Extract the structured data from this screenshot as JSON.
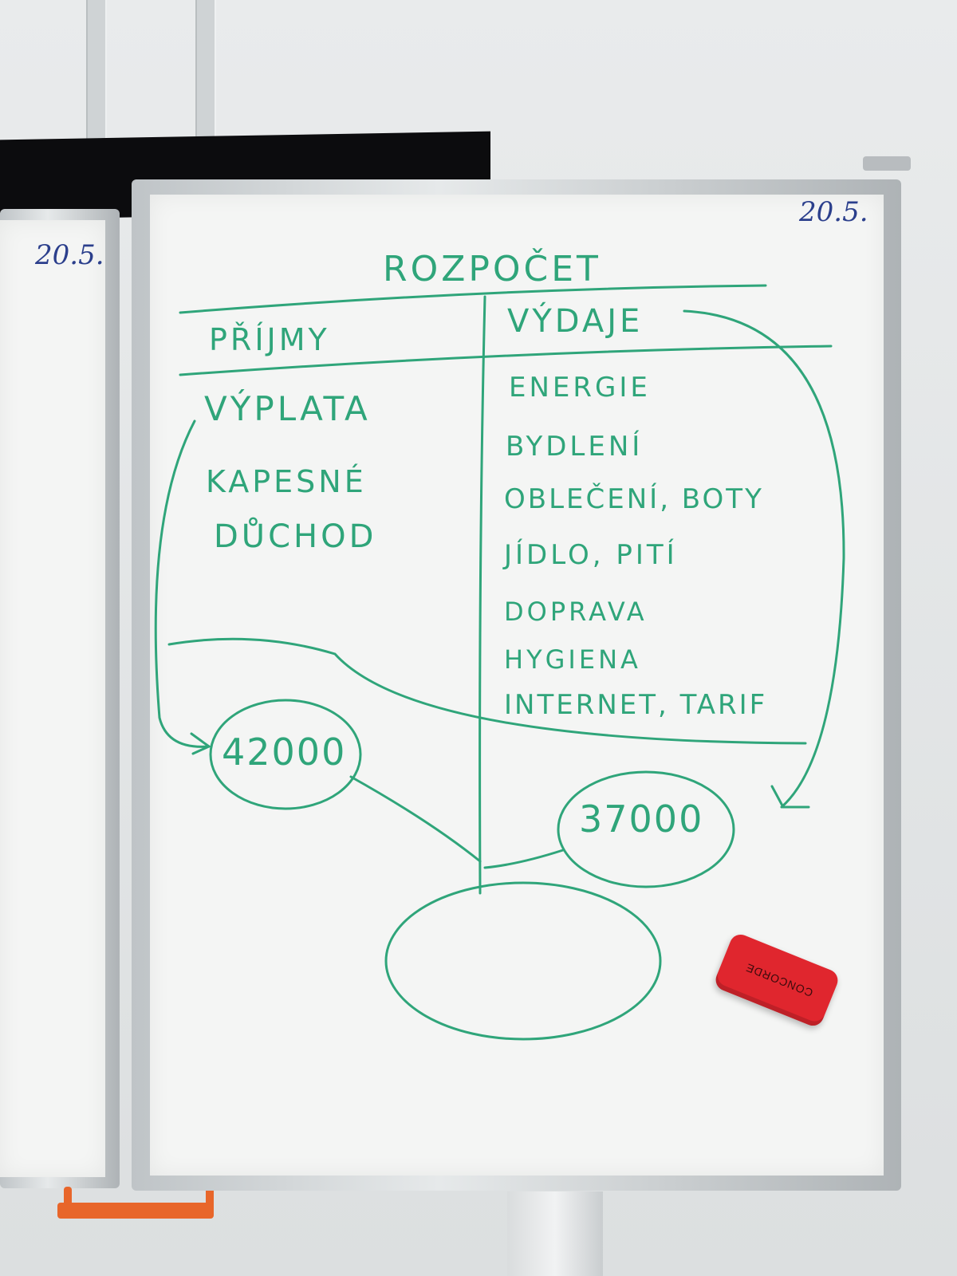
{
  "board": {
    "left_date": "20.5.",
    "right_date": "20.5.",
    "title": "ROZPOČET",
    "income_header": "PŘÍJMY",
    "expense_header": "VÝDAJE",
    "income_items": [
      "VÝPLATA",
      "KAPESNÉ",
      "DŮCHOD"
    ],
    "expense_items": [
      "ENERGIE",
      "BYDLENÍ",
      "OBLEČENÍ, BOTY",
      "JÍDLO, PITÍ",
      "DOPRAVA",
      "HYGIENA",
      "INTERNET, TARIF"
    ],
    "income_total": "42000",
    "expense_total": "37000"
  },
  "eraser": {
    "brand": "CONCORDE"
  },
  "colors": {
    "marker_green": "#2fa57a",
    "date_blue": "#2b3f8c",
    "eraser_red": "#e0262e",
    "handle_orange": "#e8662a"
  }
}
